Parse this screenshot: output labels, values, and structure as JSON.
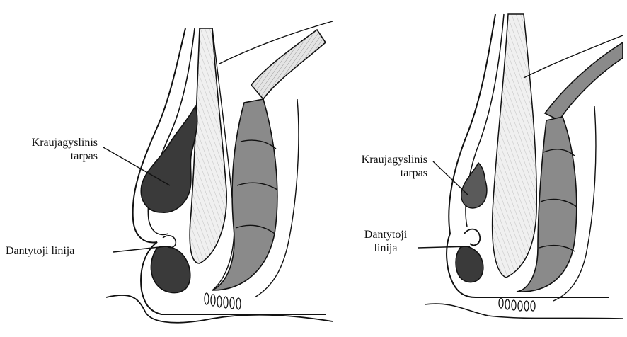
{
  "left_figure": {
    "label_vessel_space": {
      "line1": "Kraujagyslinis",
      "line2": "tarpas"
    },
    "label_dentate_line": "Dantytoji linija"
  },
  "right_figure": {
    "label_vessel_space": {
      "line1": "Kraujagyslinis",
      "line2": "tarpas"
    },
    "label_dentate_line": {
      "line1": "Dantytoji",
      "line2": "linija"
    }
  },
  "colors": {
    "ink": "#111111",
    "muscle_dark": "#7a7a7a",
    "muscle_light": "#d2d2d2",
    "vessel_dark": "#3a3a3a",
    "paper": "#ffffff"
  }
}
